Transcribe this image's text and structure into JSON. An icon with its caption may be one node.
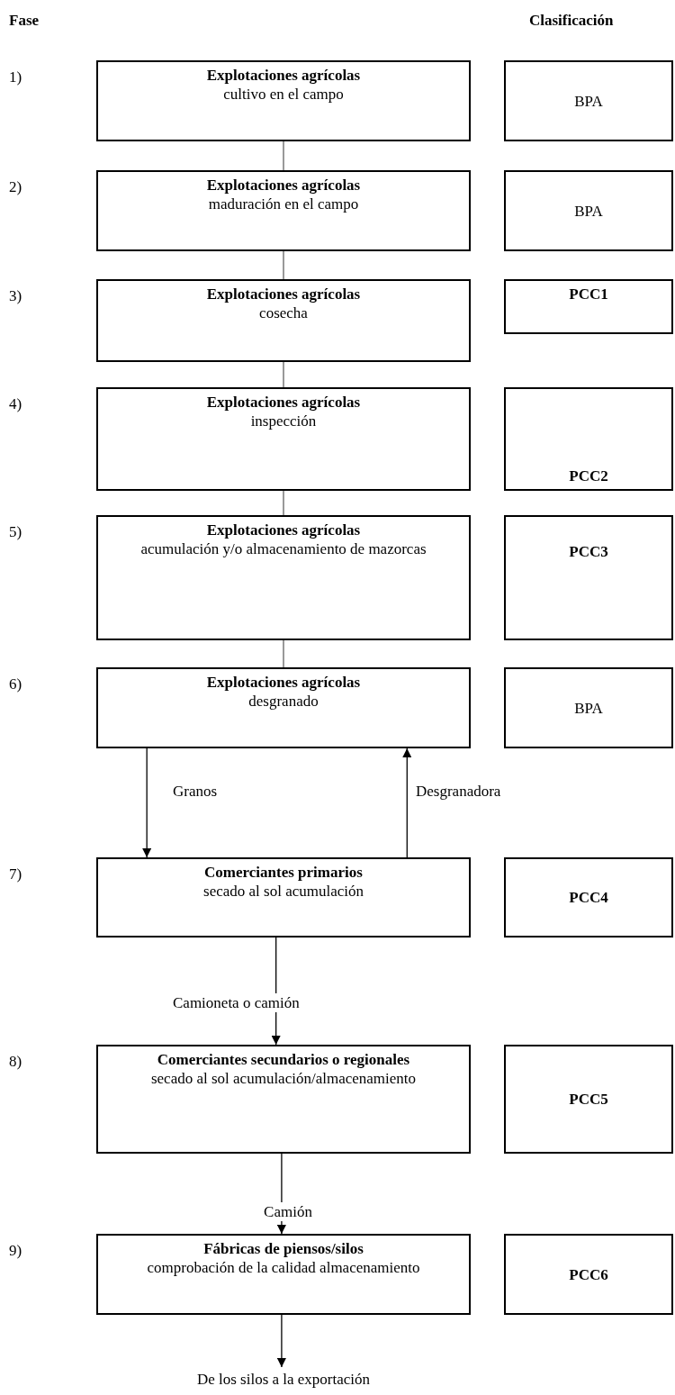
{
  "diagram": {
    "nodes": [
      {
        "text": [
          "Explotaciones agrícolas",
          "cultivo en el campo"
        ]
      },
      {
        "text": [
          "BPA"
        ]
      },
      {
        "text": [
          "Explotaciones agrícolas",
          "maduración en el campo"
        ]
      },
      {
        "text": [
          "BPA"
        ]
      },
      {
        "text": [
          "Explotaciones agrícolas",
          "cosecha"
        ]
      },
      {
        "text": [
          "PCC1"
        ]
      },
      {
        "text": [
          "Explotaciones agrícolas",
          "inspección"
        ]
      },
      {
        "text": [
          "PCC2"
        ]
      },
      {
        "text": [
          "Explotaciones agrícolas",
          "acumulación y/o almacenamiento de mazorcas"
        ]
      },
      {
        "text": [
          "PCC3"
        ]
      },
      {
        "text": [
          "Explotaciones agrícolas",
          "desgranado"
        ]
      },
      {
        "text": [
          "BPA"
        ]
      },
      {
        "text": [
          "Comerciantes primarios",
          "secado al sol acumulación"
        ]
      },
      {
        "text": [
          "PCC4"
        ]
      },
      {
        "text": [
          "Comerciantes secundarios o regionales",
          "secado al sol acumulación/almacenamiento"
        ]
      },
      {
        "text": [
          "PCC5"
        ]
      },
      {
        "text": [
          "Fábricas de piensos/silos",
          "comprobación de la calidad almacenamiento"
        ]
      },
      {
        "text": [
          "PCC6"
        ]
      },
      {
        "text": [
          "De los silos a la exportación"
        ]
      }
    ],
    "edges": [
      {
        "from": 0,
        "to": 2,
        "arrow": "none"
      },
      {
        "from": 2,
        "to": 4,
        "arrow": "none"
      },
      {
        "from": 4,
        "to": 6,
        "arrow": "none"
      },
      {
        "from": 6,
        "to": 8,
        "arrow": "none"
      },
      {
        "from": 8,
        "to": 10,
        "arrow": "none"
      },
      {
        "from": 10,
        "to": 12,
        "arrow": "to",
        "label": "Granos"
      },
      {
        "from": 12,
        "to": 10,
        "arrow": "to",
        "label": "Desgranadora"
      },
      {
        "from": 12,
        "to": 14,
        "arrow": "to",
        "label": "Camioneta o camión"
      },
      {
        "from": 14,
        "to": 16,
        "arrow": "to",
        "label": "Camión"
      },
      {
        "from": 16,
        "to": 18,
        "arrow": "to"
      }
    ],
    "labels": [
      "Fase",
      "Clasificación",
      "1)",
      "2)",
      "3)",
      "4)",
      "5)",
      "6)",
      "7)",
      "8)",
      "9)"
    ]
  }
}
